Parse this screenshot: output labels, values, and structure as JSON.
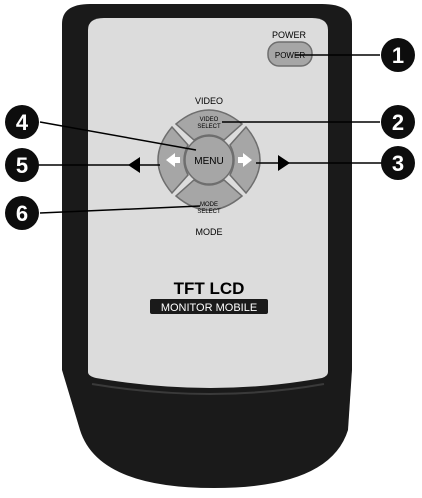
{
  "power": {
    "top_label": "POWER",
    "button_label": "POWER",
    "callout": "1"
  },
  "video": {
    "top_label": "VIDEO",
    "button_line1": "VIDEO",
    "button_line2": "SELECT",
    "callout": "2"
  },
  "right": {
    "callout": "3"
  },
  "menu": {
    "label": "MENU",
    "callout": "4"
  },
  "left": {
    "callout": "5"
  },
  "mode": {
    "bottom_label": "MODE",
    "button_line1": "MODE",
    "button_line2": "SELECT",
    "callout": "6"
  },
  "brand": {
    "title": "TFT LCD",
    "subtitle": "MONITOR MOBILE"
  },
  "colors": {
    "body_dark": "#1a1a1a",
    "face_light": "#dcdcdc",
    "button_gray": "#a6a6a6",
    "button_edge": "#6e6e6e",
    "callout_bg": "#0d0d0d",
    "callout_fg": "#ffffff"
  }
}
